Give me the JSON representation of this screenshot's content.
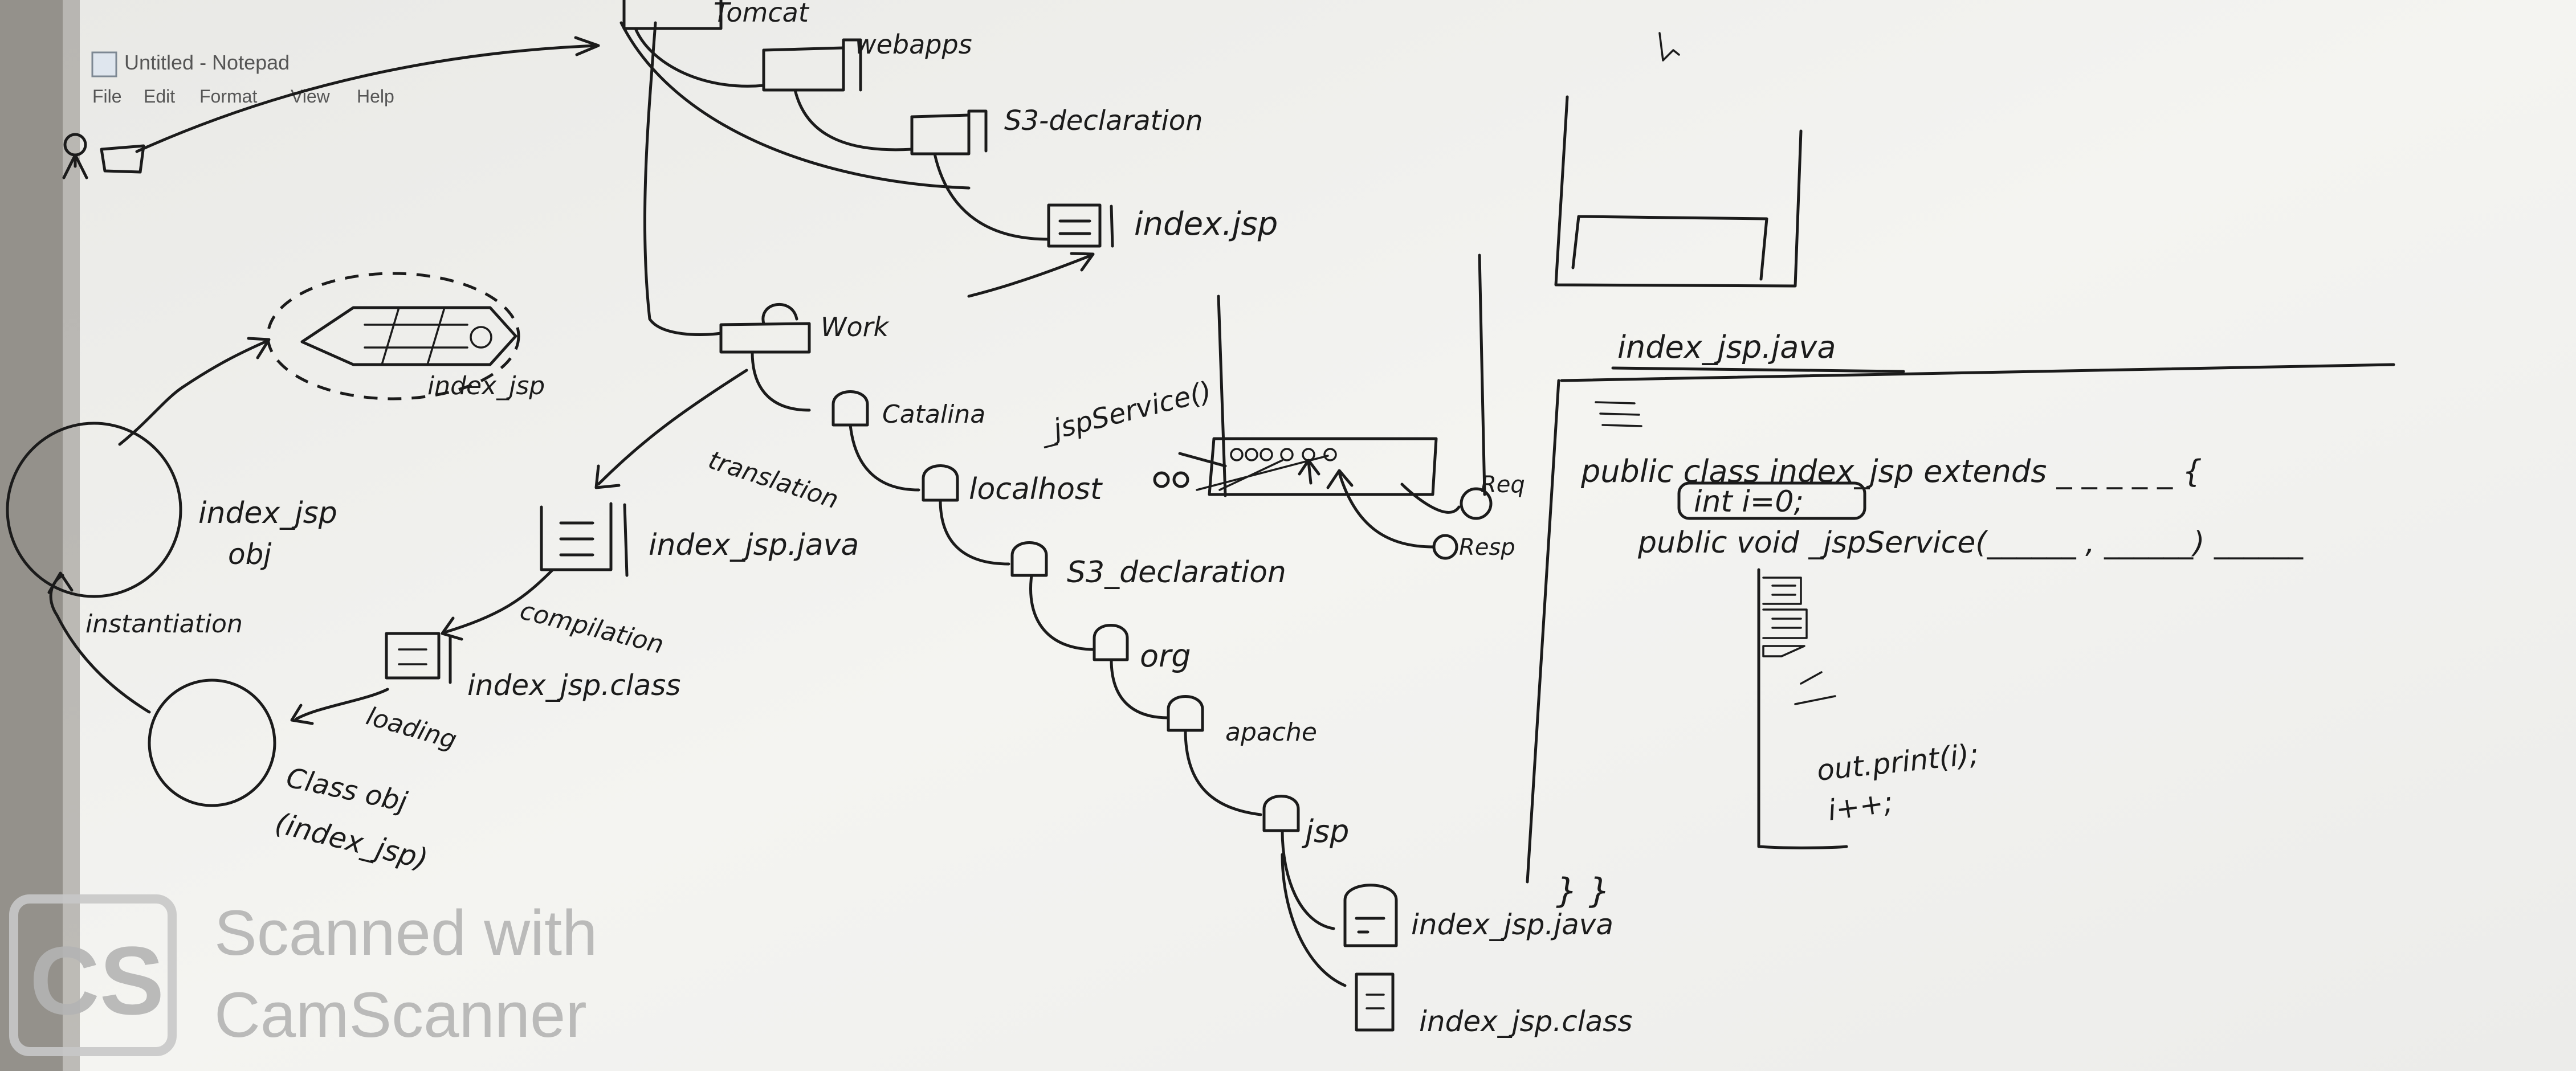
{
  "notepad": {
    "title": "Untitled - Notepad",
    "menu": [
      "File",
      "Edit",
      "Format",
      "View",
      "Help"
    ]
  },
  "tree": {
    "tomcat": "Tomcat",
    "webapps": "webapps",
    "s3_declaration_top": "S3-declaration",
    "index_jsp_top": "index.jsp",
    "work": "Work",
    "catalina": "Catalina",
    "localhost": "localhost",
    "s3_declaration": "S3_declaration",
    "org": "org",
    "apache": "apache",
    "jsp": "jsp",
    "index_jsp_java_file": "index_jsp.java",
    "index_jsp_class_file": "index_jsp.class"
  },
  "lifecycle": {
    "translation": "translation",
    "index_jsp_java": "index_jsp.java",
    "compilation": "compilation",
    "index_jsp_class": "index_jsp.class",
    "loading": "loading",
    "class_obj_line1": "Class obj",
    "class_obj_line2": "(index_jsp)",
    "instantiation": "instantiation",
    "index_jsp_obj_line1": "index_jsp",
    "index_jsp_obj_line2": "obj",
    "index_jsp_label": "index_jsp"
  },
  "server": {
    "jsp_service": "_jspService()",
    "req": "Req",
    "resp": "Resp"
  },
  "code_panel": {
    "header": "index_jsp.java",
    "line1": "public class index_jsp extends _ _ _ _ _ {",
    "line2": "int i=0;",
    "line3": "public void _jspService(______ , ______) ______",
    "line4": "out.print(i);",
    "line5": "i++;",
    "closing": "} }"
  },
  "watermark": {
    "logo": "CS",
    "line1": "Scanned with",
    "line2": "CamScanner"
  },
  "colors": {
    "background": "#9a9890",
    "whiteboard": "#f2f2ef",
    "ink": "#1b1b1b",
    "watermark": "#b4b4b4"
  }
}
